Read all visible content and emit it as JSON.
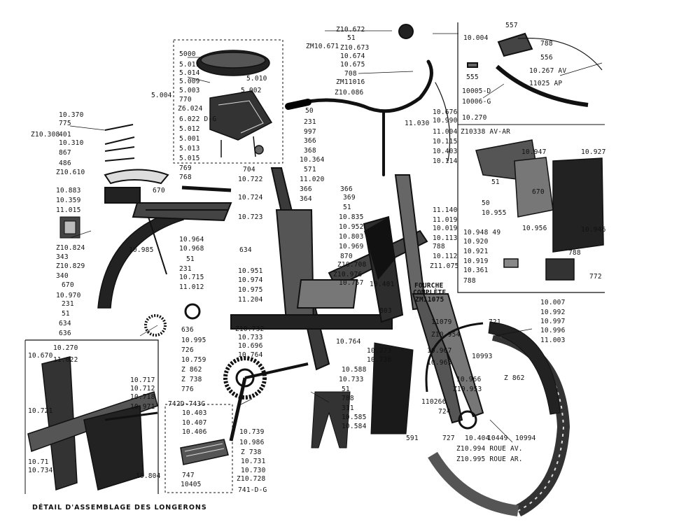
{
  "diagram": {
    "caption": "DÉTAIL D'ASSEMBLAGE DES LONGERONS",
    "fork_label": [
      "FOURCHE",
      "COMPLÈTE",
      "ZM11075"
    ],
    "labels": [
      "Z10.672",
      "51",
      "ZM10.671",
      "Z10.673",
      "10.674",
      "10.675",
      "708",
      "ZM11016",
      "Z10.086",
      "557",
      "10.004",
      "788",
      "556",
      "555",
      "10.267 AV",
      "11025 AP",
      "10005-D",
      "10006-G",
      "10.270",
      "5000",
      "5.011",
      "5.014",
      "5.009",
      "5.010",
      "5.003",
      "5.002",
      "5.004",
      "770",
      "Z6.024",
      "6.022 D-G",
      "5.012",
      "5.001",
      "5.013",
      "5.015",
      "10.370",
      "775",
      "Z10.308",
      "401",
      "10.310",
      "867",
      "486",
      "Z10.610",
      "769",
      "768",
      "670",
      "10.883",
      "10.359",
      "11.015",
      "Z10.824",
      "343",
      "Z10.829",
      "340",
      "670",
      "10.970",
      "231",
      "51",
      "634",
      "636",
      "50",
      "231",
      "997",
      "366",
      "368",
      "10.364",
      "571",
      "11.020",
      "366",
      "364",
      "10.676",
      "11.030",
      "10.990",
      "11.004",
      "10.115",
      "10.403",
      "10.114",
      "704",
      "10.722",
      "10.724",
      "10.723",
      "366",
      "369",
      "51",
      "10.835",
      "10.952",
      "10.803",
      "10.969",
      "870",
      "Z10.708",
      "Z10.976",
      "10.757",
      "11.140",
      "11.019",
      "10.019",
      "10.113",
      "788",
      "10.112",
      "Z11.075",
      "10.401",
      "803",
      "10.985",
      "10.964",
      "10.968",
      "51",
      "231",
      "10.715",
      "11.012",
      "634",
      "10.951",
      "10.974",
      "10.975",
      "11.204",
      "636",
      "10.995",
      "726",
      "10.759",
      "Z 862",
      "Z 738",
      "776",
      "Z10.732",
      "10.733",
      "10.696",
      "10.764",
      "Z10338 AV-AR",
      "10.947",
      "10.927",
      "51",
      "670",
      "50",
      "10.955",
      "10.948 49",
      "10.956",
      "10.946",
      "10.920",
      "10.921",
      "10.919",
      "10.361",
      "788",
      "788",
      "772",
      "10.007",
      "10.992",
      "10.997",
      "10.996",
      "721",
      "11.003",
      "11079",
      "Z10.954",
      "10.967",
      "10.965",
      "10993",
      "10.966",
      "Z10.953",
      "Z 862",
      "10.764",
      "10.273",
      "10.736",
      "10.588",
      "10.733",
      "51",
      "788",
      "311",
      "10.585",
      "10.584",
      "110266",
      "724",
      "591",
      "727",
      "10.404",
      "10449",
      "10994",
      "Z10.994 ROUE AV.",
      "Z10.995 ROUE AR.",
      "10.670",
      "10.270",
      "11.022",
      "10.717",
      "10.712",
      "10.718",
      "10.971",
      "10.721",
      "10.71",
      "10.734",
      "10.804",
      "742D-743G",
      "10.403",
      "10.407",
      "10.406",
      "747",
      "10405",
      "10.739",
      "10.986",
      "Z 738",
      "10.731",
      "10.730",
      "Z10.728",
      "741-D-G"
    ]
  }
}
